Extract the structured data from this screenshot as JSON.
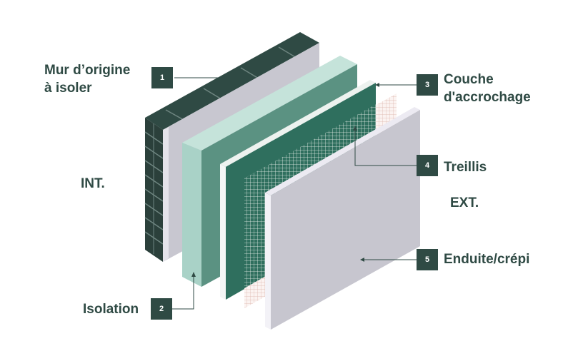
{
  "sides": {
    "interior": "INT.",
    "exterior": "EXT."
  },
  "layers": [
    {
      "number": "1",
      "label_lines": [
        "Mur d’origine",
        "à isoler"
      ],
      "color": "#2f4a44"
    },
    {
      "number": "2",
      "label_lines": [
        "Isolation"
      ],
      "color": "#a9d2c7"
    },
    {
      "number": "3",
      "label_lines": [
        "Couche",
        "d'accrochage"
      ],
      "color": "#2f6f5e"
    },
    {
      "number": "4",
      "label_lines": [
        "Treillis"
      ],
      "color": "#e3c7c0"
    },
    {
      "number": "5",
      "label_lines": [
        "Enduite/crépi"
      ],
      "color": "#c7c6cf"
    }
  ]
}
